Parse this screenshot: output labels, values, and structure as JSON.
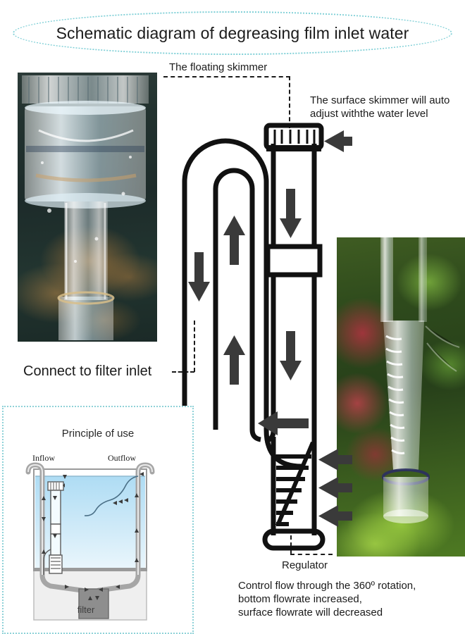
{
  "title": "Schematic diagram of degreasing film inlet water",
  "labels": {
    "floating_skimmer": "The floating skimmer",
    "surface_auto_adjust": "The surface skimmer will auto\nadjust withthe water level",
    "connect_filter_inlet": "Connect to filter inlet",
    "regulator": "Regulator",
    "control_flow": "Control flow through the 360º rotation,\nbottom flowrate increased,\nsurface flowrate will decreased"
  },
  "principle_panel": {
    "title": "Principle of use",
    "inflow": "Inflow",
    "outflow": "Outflow",
    "filter": "filter"
  },
  "colors": {
    "title_ellipse": "#7ecfd6",
    "panel_border": "#8fd2d8",
    "diagram_stroke": "#111111",
    "tank_water": "#bfe2f5",
    "hose_gray": "#9a9a9a",
    "filter_box": "#8e8e8e",
    "text": "#1b1b1b"
  },
  "photos": {
    "skimmer_photo_alt": "glass surface skimmer in aquarium",
    "lily_photo_alt": "glass lily pipe regulator among planted aquarium plants"
  },
  "icons": {
    "flow_up": "arrow-up-icon",
    "flow_down": "arrow-down-icon",
    "flow_left": "arrow-left-icon",
    "flow_right": "arrow-right-icon"
  }
}
